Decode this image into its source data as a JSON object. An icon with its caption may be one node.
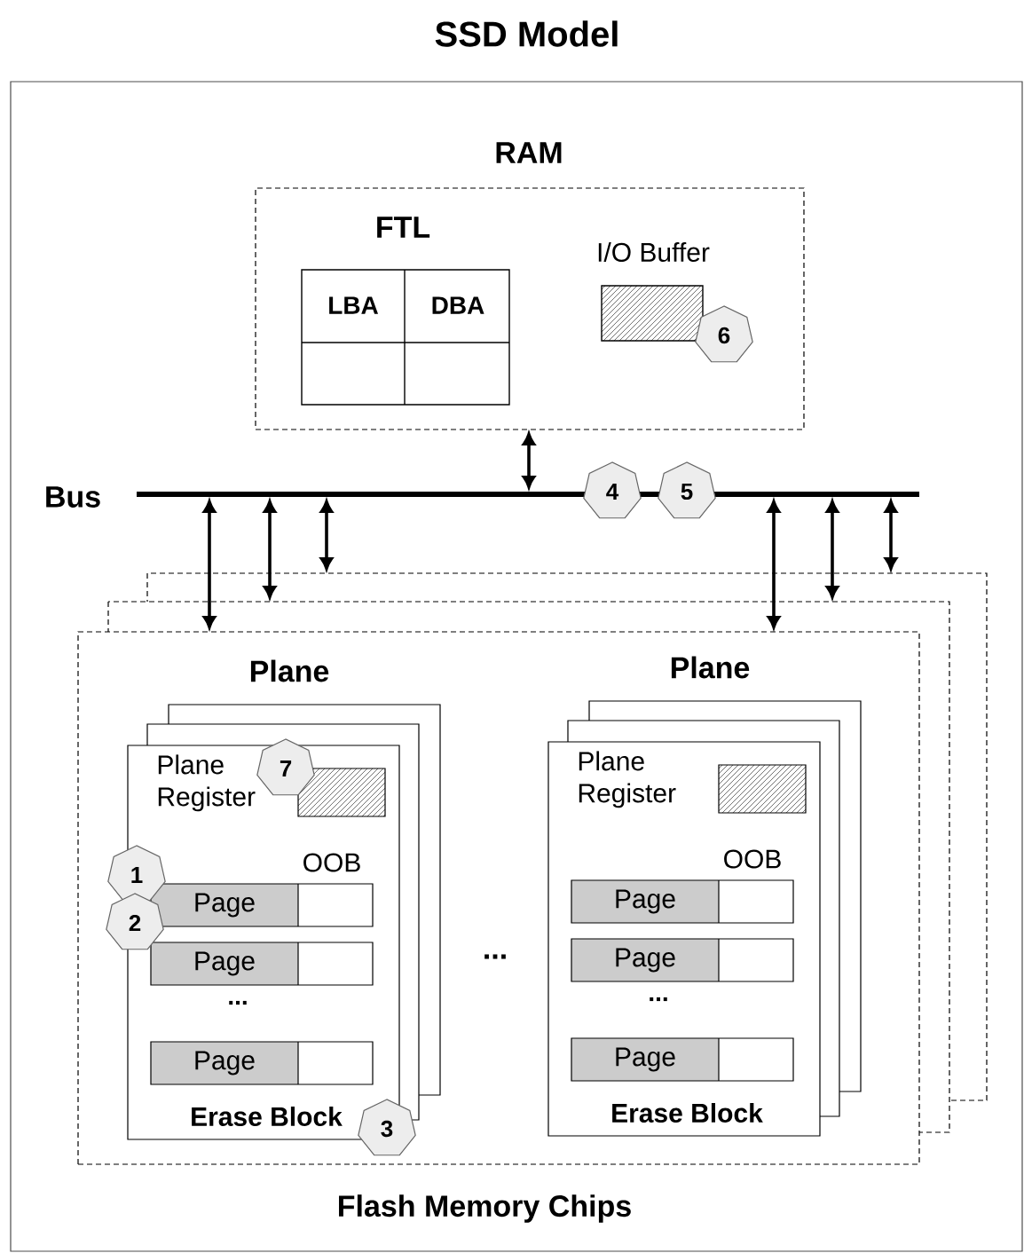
{
  "diagram": {
    "title": "SSD Model",
    "nodes": [
      {
        "text": [
          "RAM"
        ]
      },
      {
        "text": [
          "FTL",
          "LBA",
          "DBA"
        ],
        "in": 0
      },
      {
        "text": [
          "I/O Buffer"
        ],
        "in": 0
      },
      {
        "text": [
          "6"
        ],
        "in": 0
      },
      {
        "text": [
          "Bus"
        ]
      },
      {
        "text": [
          "4"
        ]
      },
      {
        "text": [
          "5"
        ]
      },
      {
        "text": [
          "Flash Memory Chips"
        ]
      },
      {
        "text": [
          "Plane",
          "Plane Register",
          "OOB",
          "...",
          "Erase Block"
        ],
        "in": 7
      },
      {
        "text": [
          "7"
        ],
        "in": 7
      },
      {
        "text": [
          "Page"
        ],
        "in": 8
      },
      {
        "text": [
          "Page"
        ],
        "in": 8
      },
      {
        "text": [
          "Page"
        ],
        "in": 8
      },
      {
        "text": [
          "1"
        ],
        "in": 7
      },
      {
        "text": [
          "2"
        ],
        "in": 7
      },
      {
        "text": [
          "3"
        ],
        "in": 7
      },
      {
        "text": [
          "Plane",
          "Plane Register",
          "OOB",
          "...",
          "Erase Block"
        ],
        "in": 7
      },
      {
        "text": [
          "Page"
        ],
        "in": 16
      },
      {
        "text": [
          "Page"
        ],
        "in": 16
      },
      {
        "text": [
          "Page"
        ],
        "in": 16
      }
    ],
    "edges": [
      {
        "from": 0,
        "to": 4,
        "arrow": "both"
      },
      {
        "from": 4,
        "to": 7,
        "arrow": "both"
      },
      {
        "from": 4,
        "to": 7,
        "arrow": "both"
      },
      {
        "from": 4,
        "to": 7,
        "arrow": "both"
      },
      {
        "from": 4,
        "to": 7,
        "arrow": "both"
      },
      {
        "from": 4,
        "to": 7,
        "arrow": "both"
      },
      {
        "from": 4,
        "to": 7,
        "arrow": "both"
      }
    ],
    "labels": [
      "..."
    ]
  }
}
